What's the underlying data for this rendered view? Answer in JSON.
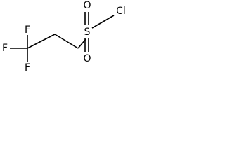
{
  "molecule": {
    "atoms": {
      "f_left": "F",
      "f_top": "F",
      "f_bottom": "F",
      "o_top": "O",
      "o_bottom": "O",
      "s": "S",
      "cl": "Cl"
    }
  }
}
